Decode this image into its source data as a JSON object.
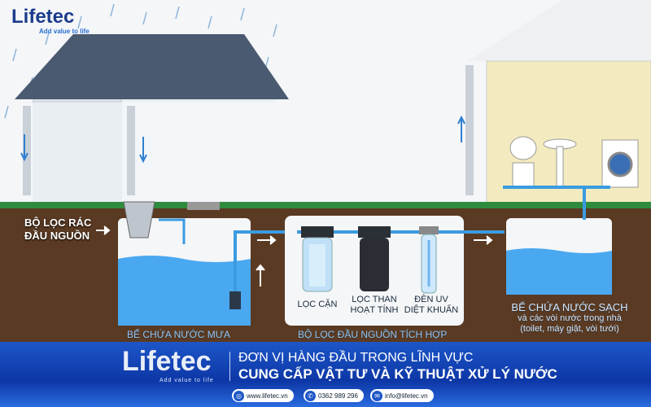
{
  "brand": {
    "name": "Lifetec",
    "tagline": "Add value to life"
  },
  "labels": {
    "pre_filter": [
      "BỘ LỌC RÁC",
      "ĐẦU NGUỒN"
    ],
    "rain_tank": "BỂ CHỨA NƯỚC MƯA",
    "filter_system": "BỘ LỌC ĐẦU NGUỒN TÍCH HỢP",
    "sediment": "LỌC CẶN",
    "carbon": [
      "LỌC THAN",
      "HOẠT TÍNH"
    ],
    "uv": [
      "ĐÈN UV",
      "DIỆT KHUẨN"
    ],
    "clean_tank": "BỂ CHỨA NƯỚC SẠCH",
    "clean_tank_sub": [
      "và các vòi nước trong nhà",
      "(toilet, máy giặt, vòi tưới)"
    ]
  },
  "banner": {
    "line1": "ĐƠN VỊ HÀNG ĐẦU TRONG LĨNH VỰC",
    "line2": "CUNG CẤP VẬT TƯ VÀ KỸ THUẬT XỬ LÝ NƯỚC",
    "website": "www.lifetec.vn",
    "phone": "0362 989 296",
    "email": "info@lifetec.vn"
  },
  "colors": {
    "water": "#4aa8f0",
    "pipe": "#3b9be0",
    "soil": "#5a3a22",
    "banner": "#1347b8"
  }
}
